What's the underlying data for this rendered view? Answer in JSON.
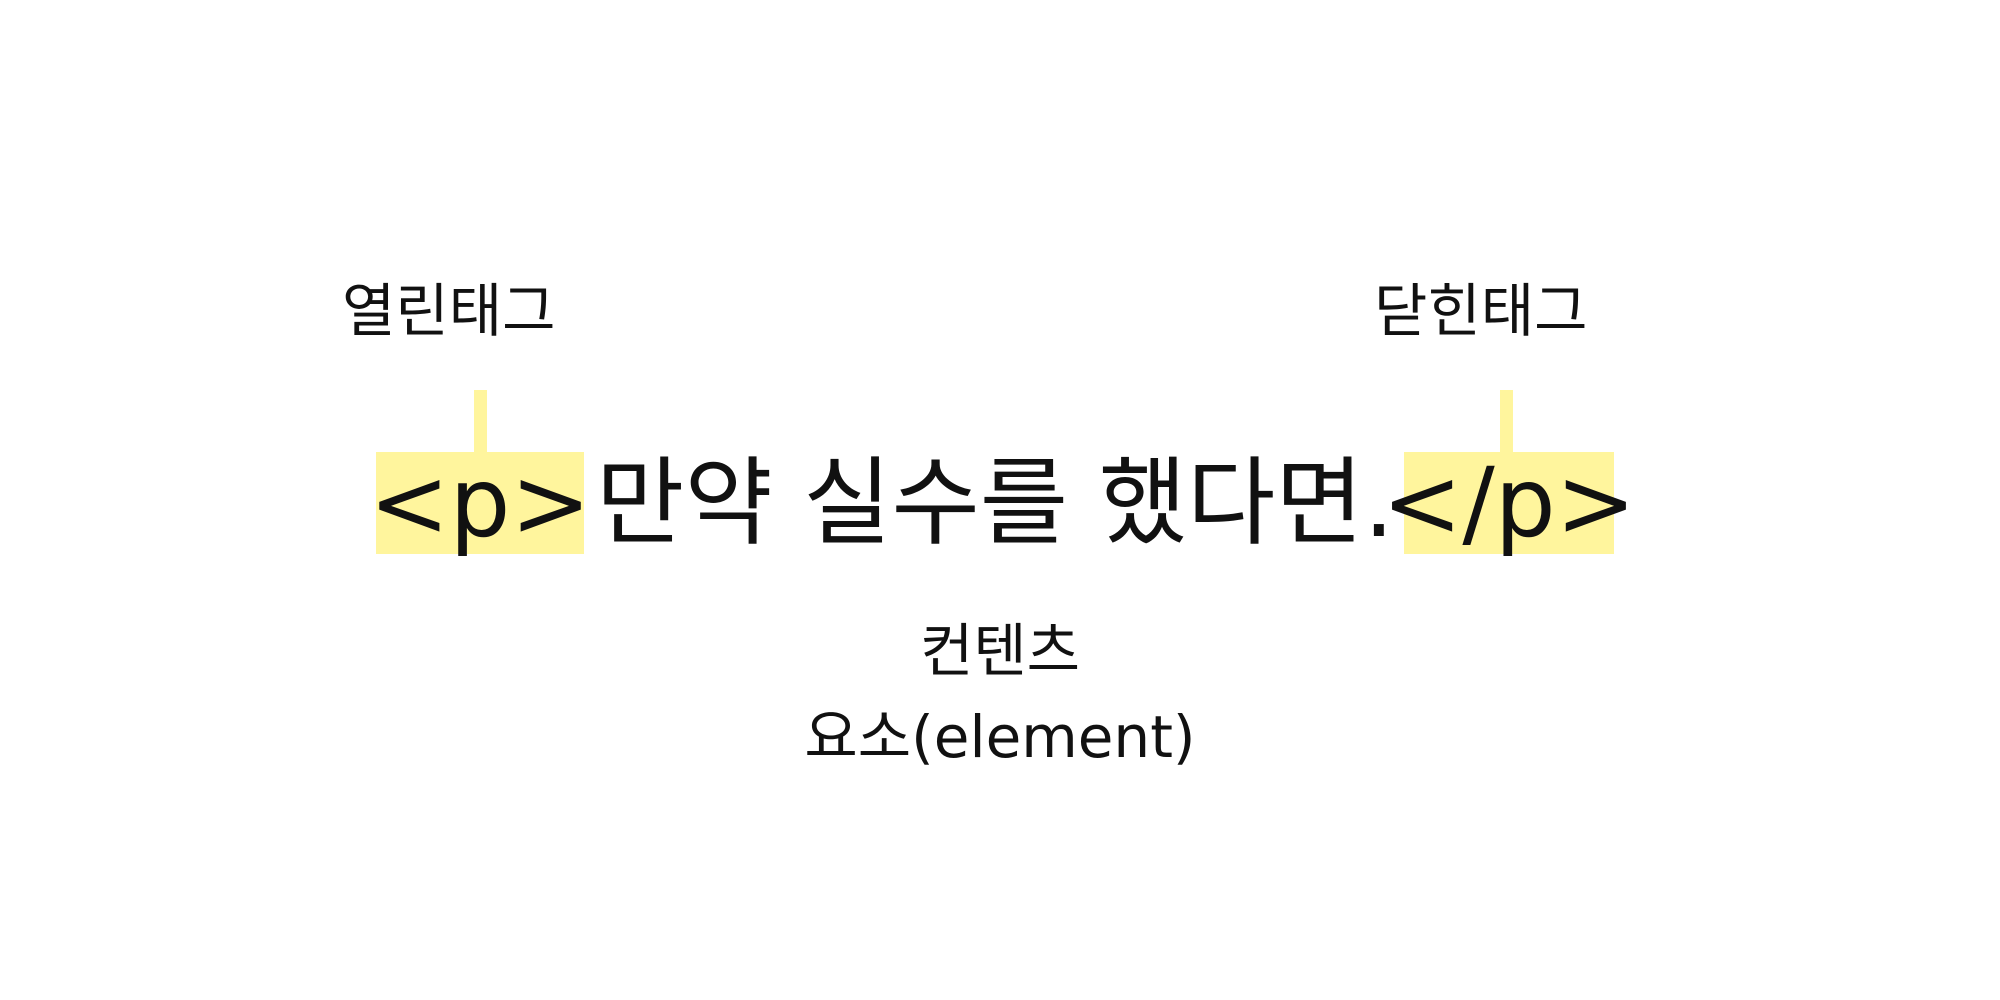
{
  "diagram": {
    "opening_tag_label": "열린태그",
    "closing_tag_label": "닫힌태그",
    "opening_tag": "<p>",
    "content": "만약 실수를 했다면.",
    "closing_tag": "</p>",
    "content_label": "컨텐츠",
    "element_label": "요소(element)"
  },
  "colors": {
    "highlight": "#fff59d",
    "text": "#111111",
    "background": "#ffffff"
  }
}
